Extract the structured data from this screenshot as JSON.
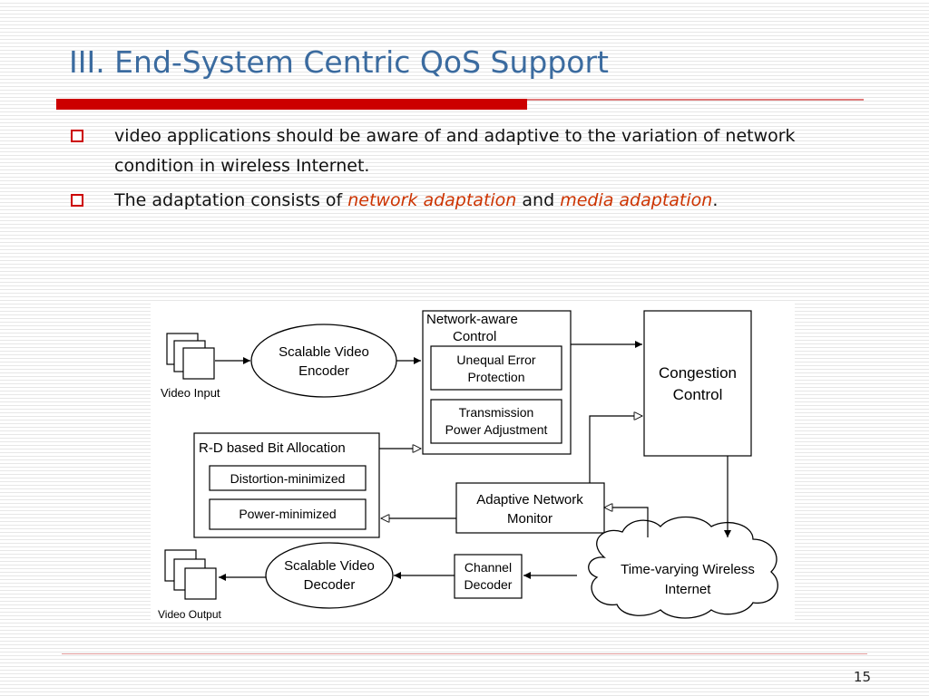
{
  "slide": {
    "title": "III. End-System Centric QoS Support",
    "number": "15"
  },
  "bullets": [
    {
      "text": "video applications should be aware of and adaptive to the variation of network condition in wireless Internet."
    },
    {
      "prefix": "The adaptation consists of ",
      "emphasis1": "network adaptation",
      "middle": " and ",
      "emphasis2": "media adaptation",
      "suffix": "."
    }
  ],
  "diagram": {
    "video_input": "Video Input",
    "encoder": [
      "Scalable Video",
      "Encoder"
    ],
    "network_aware": [
      "Network-aware",
      "Control"
    ],
    "unequal_error": [
      "Unequal Error",
      "Protection"
    ],
    "transmission": [
      "Transmission",
      "Power Adjustment"
    ],
    "congestion": [
      "Congestion",
      "Control"
    ],
    "rd_allocation": "R-D based Bit Allocation",
    "distortion": "Distortion-minimized",
    "power": "Power-minimized",
    "monitor": [
      "Adaptive Network",
      "Monitor"
    ],
    "decoder": [
      "Scalable Video",
      "Decoder"
    ],
    "channel_decoder": [
      "Channel",
      "Decoder"
    ],
    "wireless": [
      "Time-varying Wireless",
      "Internet"
    ],
    "video_output": "Video Output"
  },
  "colors": {
    "title": "#3b6b9f",
    "accent_bar": "#cc0000",
    "emphasis": "#cc3300"
  }
}
